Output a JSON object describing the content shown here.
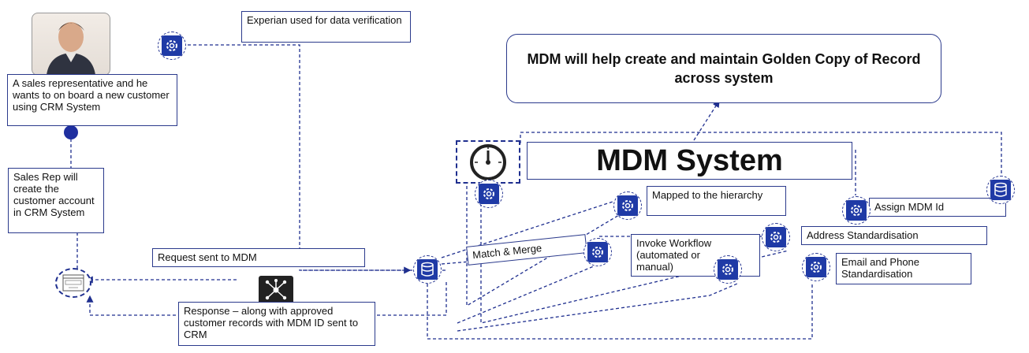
{
  "annotations": {
    "experian": "Experian used for data verification",
    "sales_rep_intro": "A sales representative and he wants to on board a new customer using CRM System",
    "sales_rep_create": "Sales Rep will create the customer account in CRM System",
    "request_sent": "Request sent to MDM",
    "response": "Response – along with approved customer records with MDM ID sent to CRM",
    "mapped": "Mapped to the hierarchy",
    "match_merge": "Match & Merge",
    "invoke_workflow": "Invoke Workflow (automated or manual)",
    "assign_id": "Assign MDM Id",
    "address": "Address Standardisation",
    "email_phone": "Email and Phone Standardisation"
  },
  "title": "MDM will help create and maintain Golden Copy of Record across system",
  "system_label": "MDM System",
  "icons": [
    "gear-icon",
    "database-icon",
    "browser-icon",
    "network-hub-icon",
    "gauge-icon",
    "person-photo"
  ],
  "colors": {
    "accent": "#1f3aa6",
    "border": "#2b3a8c",
    "dot": "#1f2f9f"
  }
}
